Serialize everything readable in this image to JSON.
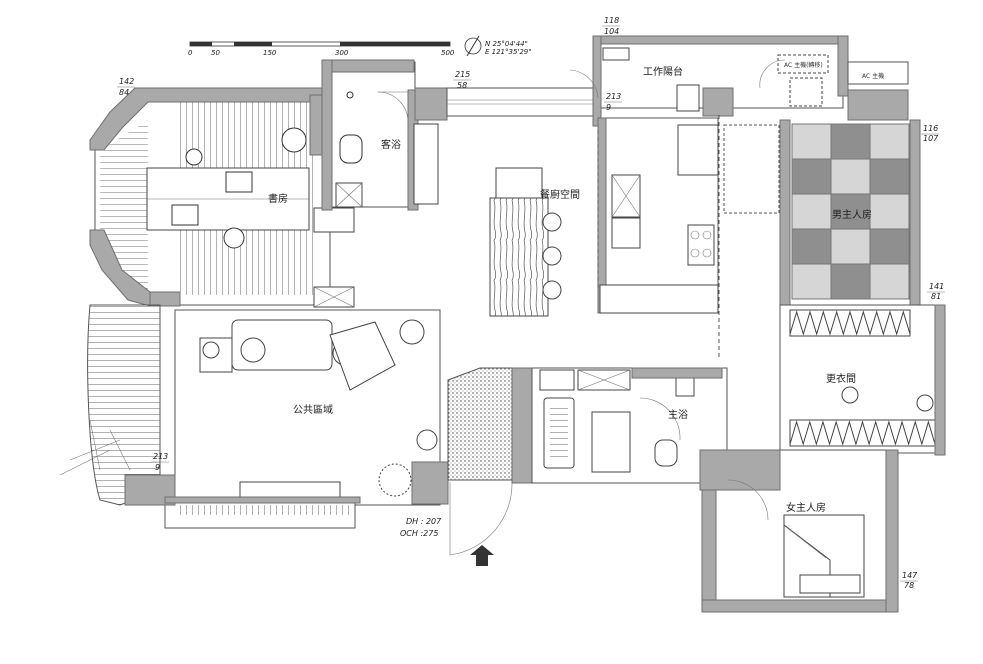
{
  "rooms": {
    "study": "書房",
    "guest_bath": "客浴",
    "dining": "餐廚空間",
    "work_balcony": "工作陽台",
    "boy_room": "男主人房",
    "closet": "更衣間",
    "public_area": "公共區域",
    "master_bath": "主浴",
    "girl_room": "女主人房"
  },
  "scale": {
    "ticks": [
      "0",
      "50",
      "150",
      "300",
      "500"
    ],
    "north": "N 25°04'44\"",
    "east": "E 121°35'29\""
  },
  "dimensions": {
    "top_left": [
      "142",
      "84"
    ],
    "hall_top": [
      "215",
      "58"
    ],
    "balcony_top": [
      "118",
      "104"
    ],
    "kitchen_left": [
      "213",
      "9"
    ],
    "boy_right": [
      "116",
      "107"
    ],
    "closet_right": [
      "141",
      "81"
    ],
    "girl_right": [
      "147",
      "78"
    ],
    "public_left": [
      "213",
      "9"
    ]
  },
  "door_heights": {
    "dh": "DH : 207",
    "och": "OCH :275"
  },
  "ac_labels": {
    "ac1": "AC 主機(轉移)",
    "ac2": "AC 主機"
  },
  "colors": {
    "wall": "#a9a9a9",
    "tile_light": "#d6d6d6",
    "tile_dark": "#8f8f8f"
  },
  "icons": [
    "north-arrow-icon",
    "entry-arrow-icon"
  ]
}
